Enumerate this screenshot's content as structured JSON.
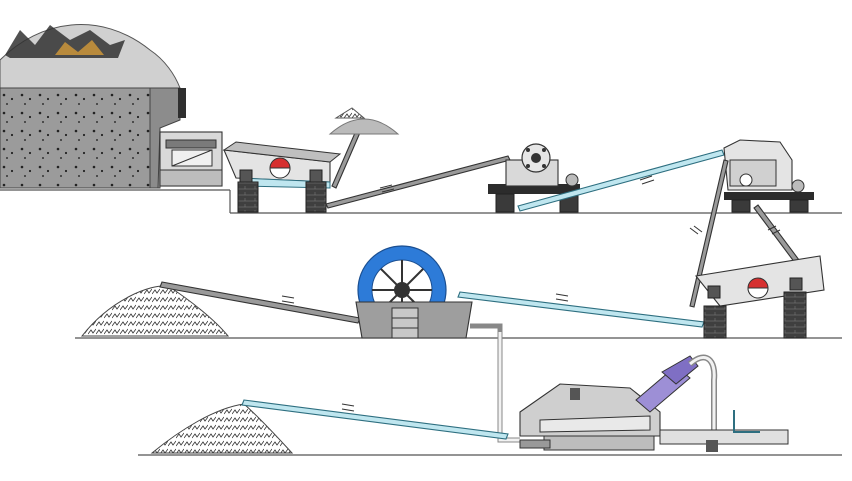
{
  "diagram": {
    "kind": "sand-and-gravel-production-line",
    "stages": [
      "rock-quarry-feed",
      "vibrating-feeder",
      "jaw-crusher",
      "impact-crusher",
      "vibrating-screen",
      "wheel-sand-washer",
      "fine-sand-recycler"
    ]
  },
  "palette": {
    "belt_blue": "#bfe6ef",
    "wheel_blue": "#2d7bd8",
    "red_accent": "#d62f2f",
    "steel": "#d9d9d9"
  }
}
